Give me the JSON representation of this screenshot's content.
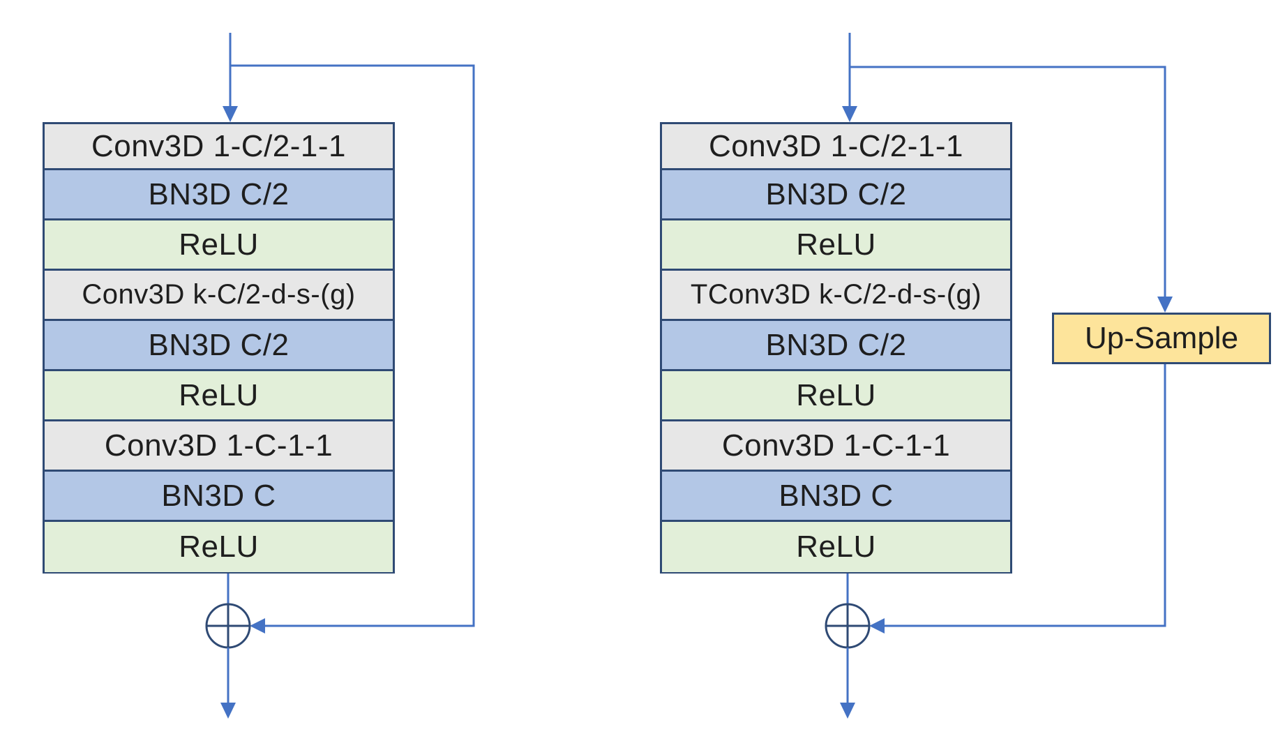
{
  "blocks": {
    "left": {
      "layers": [
        {
          "label": "Conv3D 1-C/2-1-1",
          "kind": "conv"
        },
        {
          "label": "BN3D C/2",
          "kind": "bn"
        },
        {
          "label": "ReLU",
          "kind": "relu"
        },
        {
          "label": "Conv3D k-C/2-d-s-(g)",
          "kind": "conv"
        },
        {
          "label": "BN3D C/2",
          "kind": "bn"
        },
        {
          "label": "ReLU",
          "kind": "relu"
        },
        {
          "label": "Conv3D 1-C-1-1",
          "kind": "conv"
        },
        {
          "label": "BN3D C",
          "kind": "bn"
        },
        {
          "label": "ReLU",
          "kind": "relu"
        }
      ]
    },
    "right": {
      "layers": [
        {
          "label": "Conv3D 1-C/2-1-1",
          "kind": "conv"
        },
        {
          "label": "BN3D C/2",
          "kind": "bn"
        },
        {
          "label": "ReLU",
          "kind": "relu"
        },
        {
          "label": "TConv3D k-C/2-d-s-(g)",
          "kind": "conv"
        },
        {
          "label": "BN3D C/2",
          "kind": "bn"
        },
        {
          "label": "ReLU",
          "kind": "relu"
        },
        {
          "label": "Conv3D 1-C-1-1",
          "kind": "conv"
        },
        {
          "label": "BN3D C",
          "kind": "bn"
        },
        {
          "label": "ReLU",
          "kind": "relu"
        }
      ],
      "shortcut": {
        "label": "Up-Sample"
      }
    }
  },
  "colors": {
    "conv": "#e7e7e7",
    "bn": "#b3c7e6",
    "relu": "#e2efd9",
    "upsample": "#fde49b",
    "border": "#2f4a74",
    "line": "#4472c4"
  },
  "icons": {
    "adder": "circle-plus-icon",
    "arrow": "arrow-head-icon"
  }
}
